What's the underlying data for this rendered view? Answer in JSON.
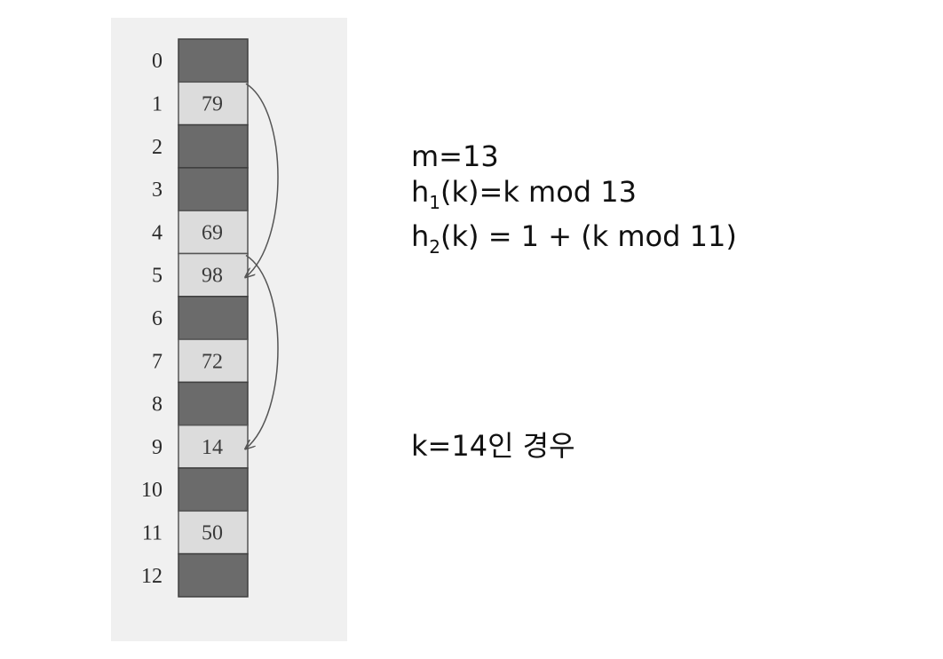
{
  "hash_table": {
    "slots": [
      {
        "index": "0",
        "value": ""
      },
      {
        "index": "1",
        "value": "79"
      },
      {
        "index": "2",
        "value": ""
      },
      {
        "index": "3",
        "value": ""
      },
      {
        "index": "4",
        "value": "69"
      },
      {
        "index": "5",
        "value": "98"
      },
      {
        "index": "6",
        "value": ""
      },
      {
        "index": "7",
        "value": "72"
      },
      {
        "index": "8",
        "value": ""
      },
      {
        "index": "9",
        "value": "14"
      },
      {
        "index": "10",
        "value": ""
      },
      {
        "index": "11",
        "value": "50"
      },
      {
        "index": "12",
        "value": ""
      }
    ],
    "probe_arrows": [
      {
        "from": 1,
        "to": 5
      },
      {
        "from": 5,
        "to": 9
      }
    ]
  },
  "formulas": {
    "m": "m=13",
    "h1_name": "h",
    "h1_sub": "1",
    "h1_rest": "(k)=k mod 13",
    "h2_name": "h",
    "h2_sub": "2",
    "h2_rest": "(k) = 1 + (k mod 11)"
  },
  "case_label": "k=14인 경우",
  "colors": {
    "panel": "#f0f0f0",
    "empty_slot": "#6b6b6b",
    "filled_slot": "#dcdcdc",
    "arrow": "#555555"
  }
}
